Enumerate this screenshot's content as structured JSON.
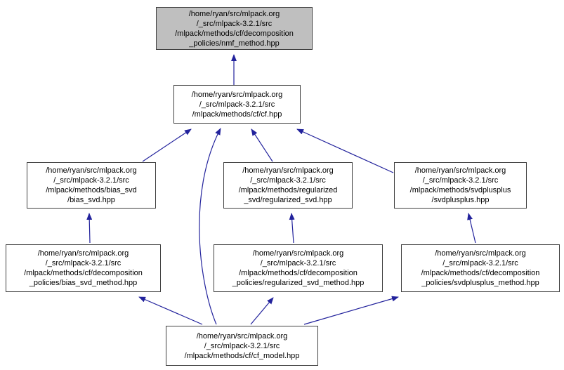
{
  "graph": {
    "colors": {
      "edge": "#22229c",
      "border": "#404040",
      "fill": "#ffffff",
      "highlight": "#bfbfbf",
      "text": "#000000"
    },
    "nodes": {
      "nmf_method": {
        "highlighted": true,
        "lines": [
          "/home/ryan/src/mlpack.org",
          "/_src/mlpack-3.2.1/src",
          "/mlpack/methods/cf/decomposition",
          "_policies/nmf_method.hpp"
        ]
      },
      "cf": {
        "highlighted": false,
        "lines": [
          "/home/ryan/src/mlpack.org",
          "/_src/mlpack-3.2.1/src",
          "/mlpack/methods/cf/cf.hpp"
        ]
      },
      "bias_svd": {
        "highlighted": false,
        "lines": [
          "/home/ryan/src/mlpack.org",
          "/_src/mlpack-3.2.1/src",
          "/mlpack/methods/bias_svd",
          "/bias_svd.hpp"
        ]
      },
      "regularized_svd": {
        "highlighted": false,
        "lines": [
          "/home/ryan/src/mlpack.org",
          "/_src/mlpack-3.2.1/src",
          "/mlpack/methods/regularized",
          "_svd/regularized_svd.hpp"
        ]
      },
      "svdplusplus": {
        "highlighted": false,
        "lines": [
          "/home/ryan/src/mlpack.org",
          "/_src/mlpack-3.2.1/src",
          "/mlpack/methods/svdplusplus",
          "/svdplusplus.hpp"
        ]
      },
      "bias_svd_method": {
        "highlighted": false,
        "lines": [
          "/home/ryan/src/mlpack.org",
          "/_src/mlpack-3.2.1/src",
          "/mlpack/methods/cf/decomposition",
          "_policies/bias_svd_method.hpp"
        ]
      },
      "regularized_svd_method": {
        "highlighted": false,
        "lines": [
          "/home/ryan/src/mlpack.org",
          "/_src/mlpack-3.2.1/src",
          "/mlpack/methods/cf/decomposition",
          "_policies/regularized_svd_method.hpp"
        ]
      },
      "svdplusplus_method": {
        "highlighted": false,
        "lines": [
          "/home/ryan/src/mlpack.org",
          "/_src/mlpack-3.2.1/src",
          "/mlpack/methods/cf/decomposition",
          "_policies/svdplusplus_method.hpp"
        ]
      },
      "cf_model": {
        "highlighted": false,
        "lines": [
          "/home/ryan/src/mlpack.org",
          "/_src/mlpack-3.2.1/src",
          "/mlpack/methods/cf/cf_model.hpp"
        ]
      }
    },
    "edges": [
      {
        "from": "cf",
        "to": "nmf_method"
      },
      {
        "from": "bias_svd",
        "to": "cf"
      },
      {
        "from": "regularized_svd",
        "to": "cf"
      },
      {
        "from": "svdplusplus",
        "to": "cf"
      },
      {
        "from": "cf_model",
        "to": "cf"
      },
      {
        "from": "bias_svd_method",
        "to": "bias_svd"
      },
      {
        "from": "regularized_svd_method",
        "to": "regularized_svd"
      },
      {
        "from": "svdplusplus_method",
        "to": "svdplusplus"
      },
      {
        "from": "cf_model",
        "to": "bias_svd_method"
      },
      {
        "from": "cf_model",
        "to": "regularized_svd_method"
      },
      {
        "from": "cf_model",
        "to": "svdplusplus_method"
      }
    ]
  }
}
